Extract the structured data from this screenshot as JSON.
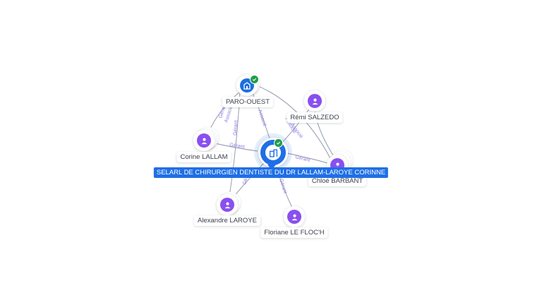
{
  "center": {
    "label": "SELARL DE CHIRURGIEN DENTISTE DU DR LALLAM-LAROYE CORINNE",
    "icon": "building-icon",
    "verified": true
  },
  "nodes": [
    {
      "id": "paro",
      "label": "PARO-OUEST",
      "type": "company",
      "icon": "building-icon",
      "verified": true
    },
    {
      "id": "remi",
      "label": "Rémi SALZEDO",
      "type": "person",
      "icon": "person-icon"
    },
    {
      "id": "corine",
      "label": "Corine LALLAM",
      "type": "person",
      "icon": "person-icon"
    },
    {
      "id": "chloe",
      "label": "Chloé BARBANT",
      "type": "person",
      "icon": "person-icon"
    },
    {
      "id": "alexandre",
      "label": "Alexandre LAROYE",
      "type": "person",
      "icon": "person-icon"
    },
    {
      "id": "floriane",
      "label": "Floriane LE FLOC'H",
      "type": "person",
      "icon": "person-icon"
    }
  ],
  "edge_labels": {
    "gerant": "Gérant",
    "associe": "Associé"
  },
  "colors": {
    "company": "#1f6fe5",
    "person": "#8a4ff0",
    "verified": "#1e9e4a",
    "edge": "#8a93a6",
    "edge_label": "#8f7be0"
  }
}
